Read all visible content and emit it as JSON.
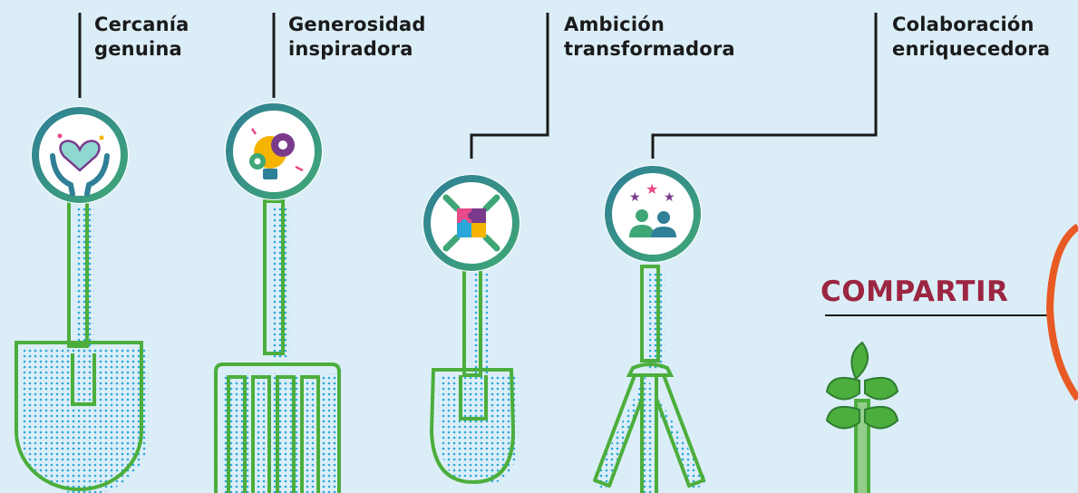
{
  "values": [
    {
      "label": "Cercanía\ngenuina",
      "icon": "heart-hands-icon"
    },
    {
      "label": "Generosidad\ninspiradora",
      "icon": "lightbulb-gears-icon"
    },
    {
      "label": "Ambición\ntransformadora",
      "icon": "puzzle-pieces-icon"
    },
    {
      "label": "Colaboración\nenriquecedora",
      "icon": "team-stars-icon"
    }
  ],
  "tools": [
    "shovel-icon",
    "pitchfork-icon",
    "trowel-icon",
    "rake-icon",
    "sprout-icon"
  ],
  "compartir": "COMPARTIR",
  "colors": {
    "background": "#dbeef8",
    "tool_green": "#4cae3c",
    "dots_blue": "#2aa7d9",
    "ring_teal": "#2f7f96",
    "title_maroon": "#9c2542",
    "accent_orange": "#e85a24"
  }
}
